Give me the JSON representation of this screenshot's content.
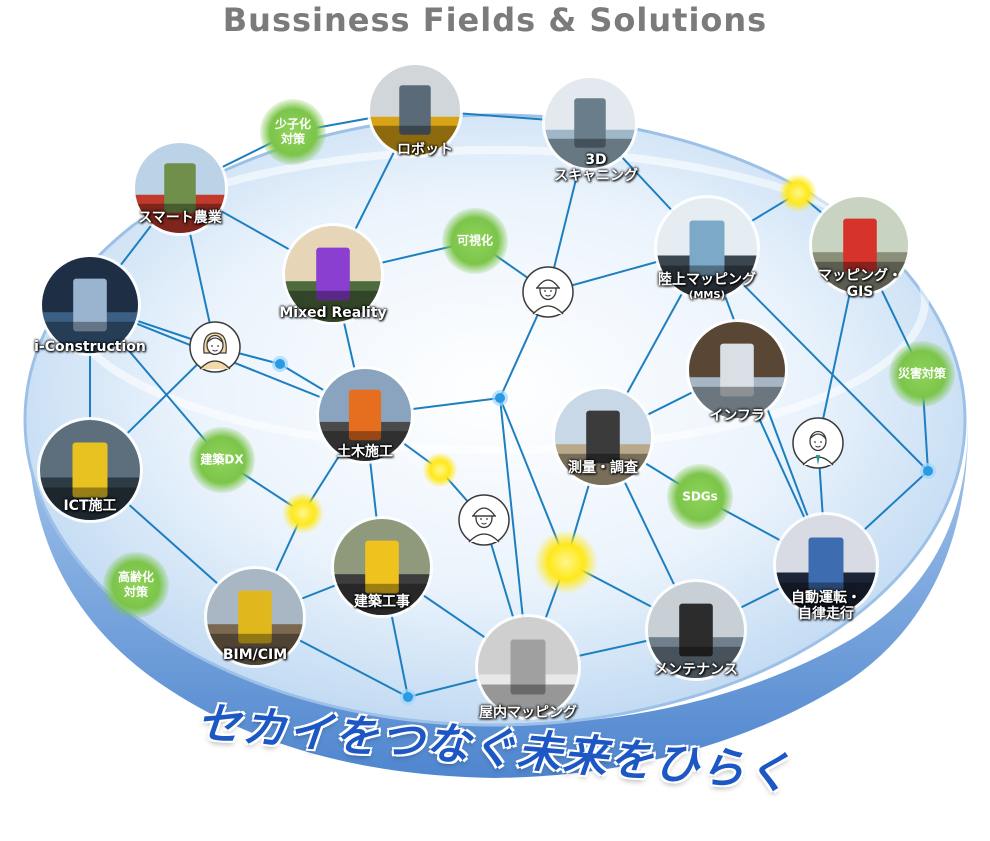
{
  "title": "Bussiness Fields & Solutions",
  "slogan": "セカイをつなぐ未来をひらく",
  "colors": {
    "line": "#1d7fc0",
    "bubble_green": "#7cc54a",
    "dot_yellow": "#ffe81a",
    "dot_blue": "#2a9be0",
    "disc_top": "#cfe3f7",
    "disc_rim": "#6fa3dc",
    "slogan": "#1d57c4",
    "title": "#7b7b7b"
  },
  "nodes": {
    "robot": {
      "label": "ロボット",
      "icon": "robot-photo"
    },
    "scan3d": {
      "label": "3D\nスキャニング",
      "icon": "laser-scanner-photo"
    },
    "smartAgri": {
      "label": "スマート農業",
      "icon": "tractor-photo"
    },
    "mr": {
      "label": "Mixed Reality",
      "icon": "mr-headset-photo"
    },
    "mms": {
      "label": "陸上マッピング",
      "sub": "(MMS)",
      "icon": "mms-laptop-photo"
    },
    "gis": {
      "label": "マッピング・\nGIS",
      "icon": "landslide-map-photo"
    },
    "iconst": {
      "label": "i-Construction",
      "icon": "highway-city-photo"
    },
    "civil": {
      "label": "土木施工",
      "icon": "civil-worker-photo"
    },
    "infra": {
      "label": "インフラ",
      "icon": "gnss-antenna-photo"
    },
    "survey": {
      "label": "測量・調査",
      "icon": "surveyor-photo"
    },
    "ict": {
      "label": "ICT施工",
      "icon": "excavator-photo"
    },
    "building": {
      "label": "建築工事",
      "icon": "laser-level-photo"
    },
    "auto": {
      "label": "自動運転・\n自律走行",
      "icon": "autonomous-car-photo"
    },
    "bim": {
      "label": "BIM/CIM",
      "icon": "tripod-gnss-photo"
    },
    "maint": {
      "label": "メンテナンス",
      "icon": "total-station-photo"
    },
    "indoor": {
      "label": "屋内マッピング",
      "icon": "indoor-scan-photo"
    }
  },
  "bubbles": {
    "shoshika": "少子化\n対策",
    "kashika": "可視化",
    "saigai": "災害対策",
    "kenchikuDX": "建築DX",
    "sdgs": "SDGs",
    "koreika": "高齢化\n対策"
  },
  "people": {
    "p1": "woman-icon",
    "p2": "helmet-worker-icon",
    "p3": "man-icon",
    "p4": "helmet-worker-icon"
  }
}
